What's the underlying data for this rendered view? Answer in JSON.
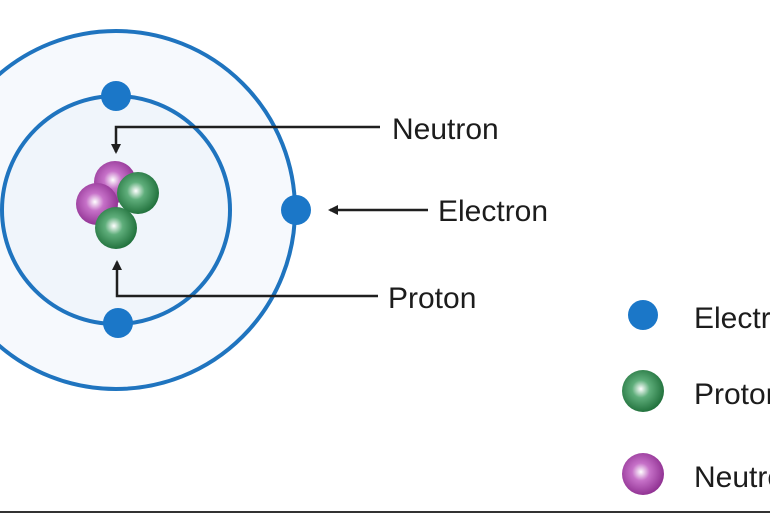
{
  "colors": {
    "orbit": "#1f74bf",
    "electron": "#1b77c8",
    "proton": "#217a3f",
    "neutron": "#9a2e9c",
    "arrow": "#1f1f1f",
    "text": "#1c1c1c",
    "background": "#ffffff"
  },
  "labels": {
    "neutron": "Neutron",
    "electron": "Electron",
    "proton": "Proton"
  },
  "legend": {
    "items": [
      {
        "key": "electron",
        "label": "Electron"
      },
      {
        "key": "proton",
        "label": "Proton"
      },
      {
        "key": "neutron",
        "label": "Neutron"
      }
    ]
  }
}
